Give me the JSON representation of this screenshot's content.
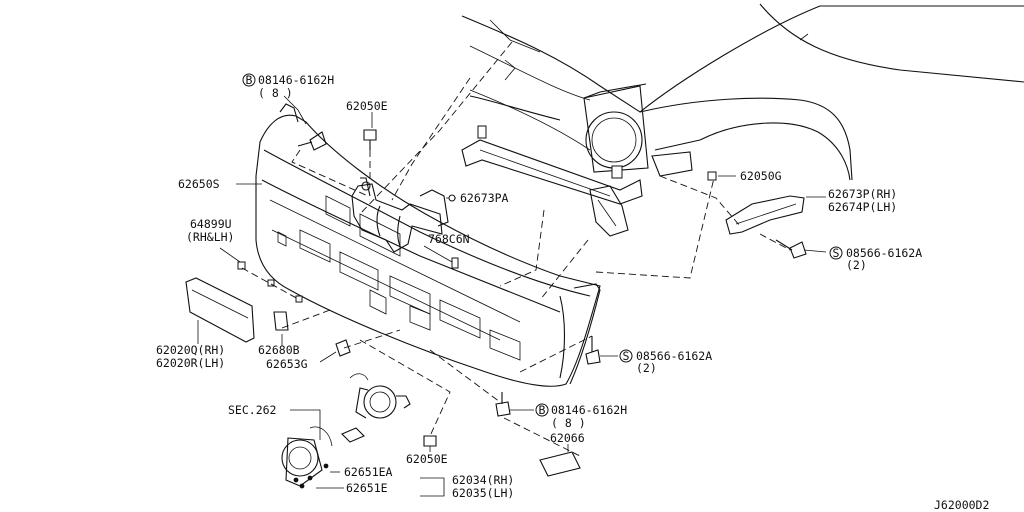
{
  "diagram_id": "J62000D2",
  "callouts": [
    {
      "key": "c1",
      "prefix": "B",
      "text": "08146-6162H",
      "sub": "( 8 )"
    },
    {
      "key": "c2",
      "prefix": "",
      "text": "62050E",
      "sub": ""
    },
    {
      "key": "c3",
      "prefix": "",
      "text": "62650S",
      "sub": ""
    },
    {
      "key": "c4",
      "prefix": "",
      "text": "62673PA",
      "sub": ""
    },
    {
      "key": "c5",
      "prefix": "",
      "text": "64899U",
      "sub": "(RH&LH)"
    },
    {
      "key": "c6",
      "prefix": "",
      "text": "768C6N",
      "sub": ""
    },
    {
      "key": "c7",
      "prefix": "",
      "text": "62050G",
      "sub": ""
    },
    {
      "key": "c8",
      "prefix": "",
      "text": "62673P(RH)",
      "sub": "62674P(LH)"
    },
    {
      "key": "c9",
      "prefix": "S",
      "text": "08566-6162A",
      "sub": "(2)"
    },
    {
      "key": "c10",
      "prefix": "",
      "text": "62020Q(RH)",
      "sub": "62020R(LH)"
    },
    {
      "key": "c11",
      "prefix": "",
      "text": "62680B",
      "sub": ""
    },
    {
      "key": "c12",
      "prefix": "",
      "text": "62653G",
      "sub": ""
    },
    {
      "key": "c13",
      "prefix": "S",
      "text": "08566-6162A",
      "sub": "(2)"
    },
    {
      "key": "c14",
      "prefix": "",
      "text": "SEC.262",
      "sub": ""
    },
    {
      "key": "c15",
      "prefix": "B",
      "text": "08146-6162H",
      "sub": "( 8 )"
    },
    {
      "key": "c16",
      "prefix": "",
      "text": "62066",
      "sub": ""
    },
    {
      "key": "c17",
      "prefix": "",
      "text": "62050E",
      "sub": ""
    },
    {
      "key": "c18",
      "prefix": "",
      "text": "62651EA",
      "sub": ""
    },
    {
      "key": "c19",
      "prefix": "",
      "text": "62651E",
      "sub": ""
    },
    {
      "key": "c20",
      "prefix": "",
      "text": "62034(RH)",
      "sub": "62035(LH)"
    }
  ]
}
